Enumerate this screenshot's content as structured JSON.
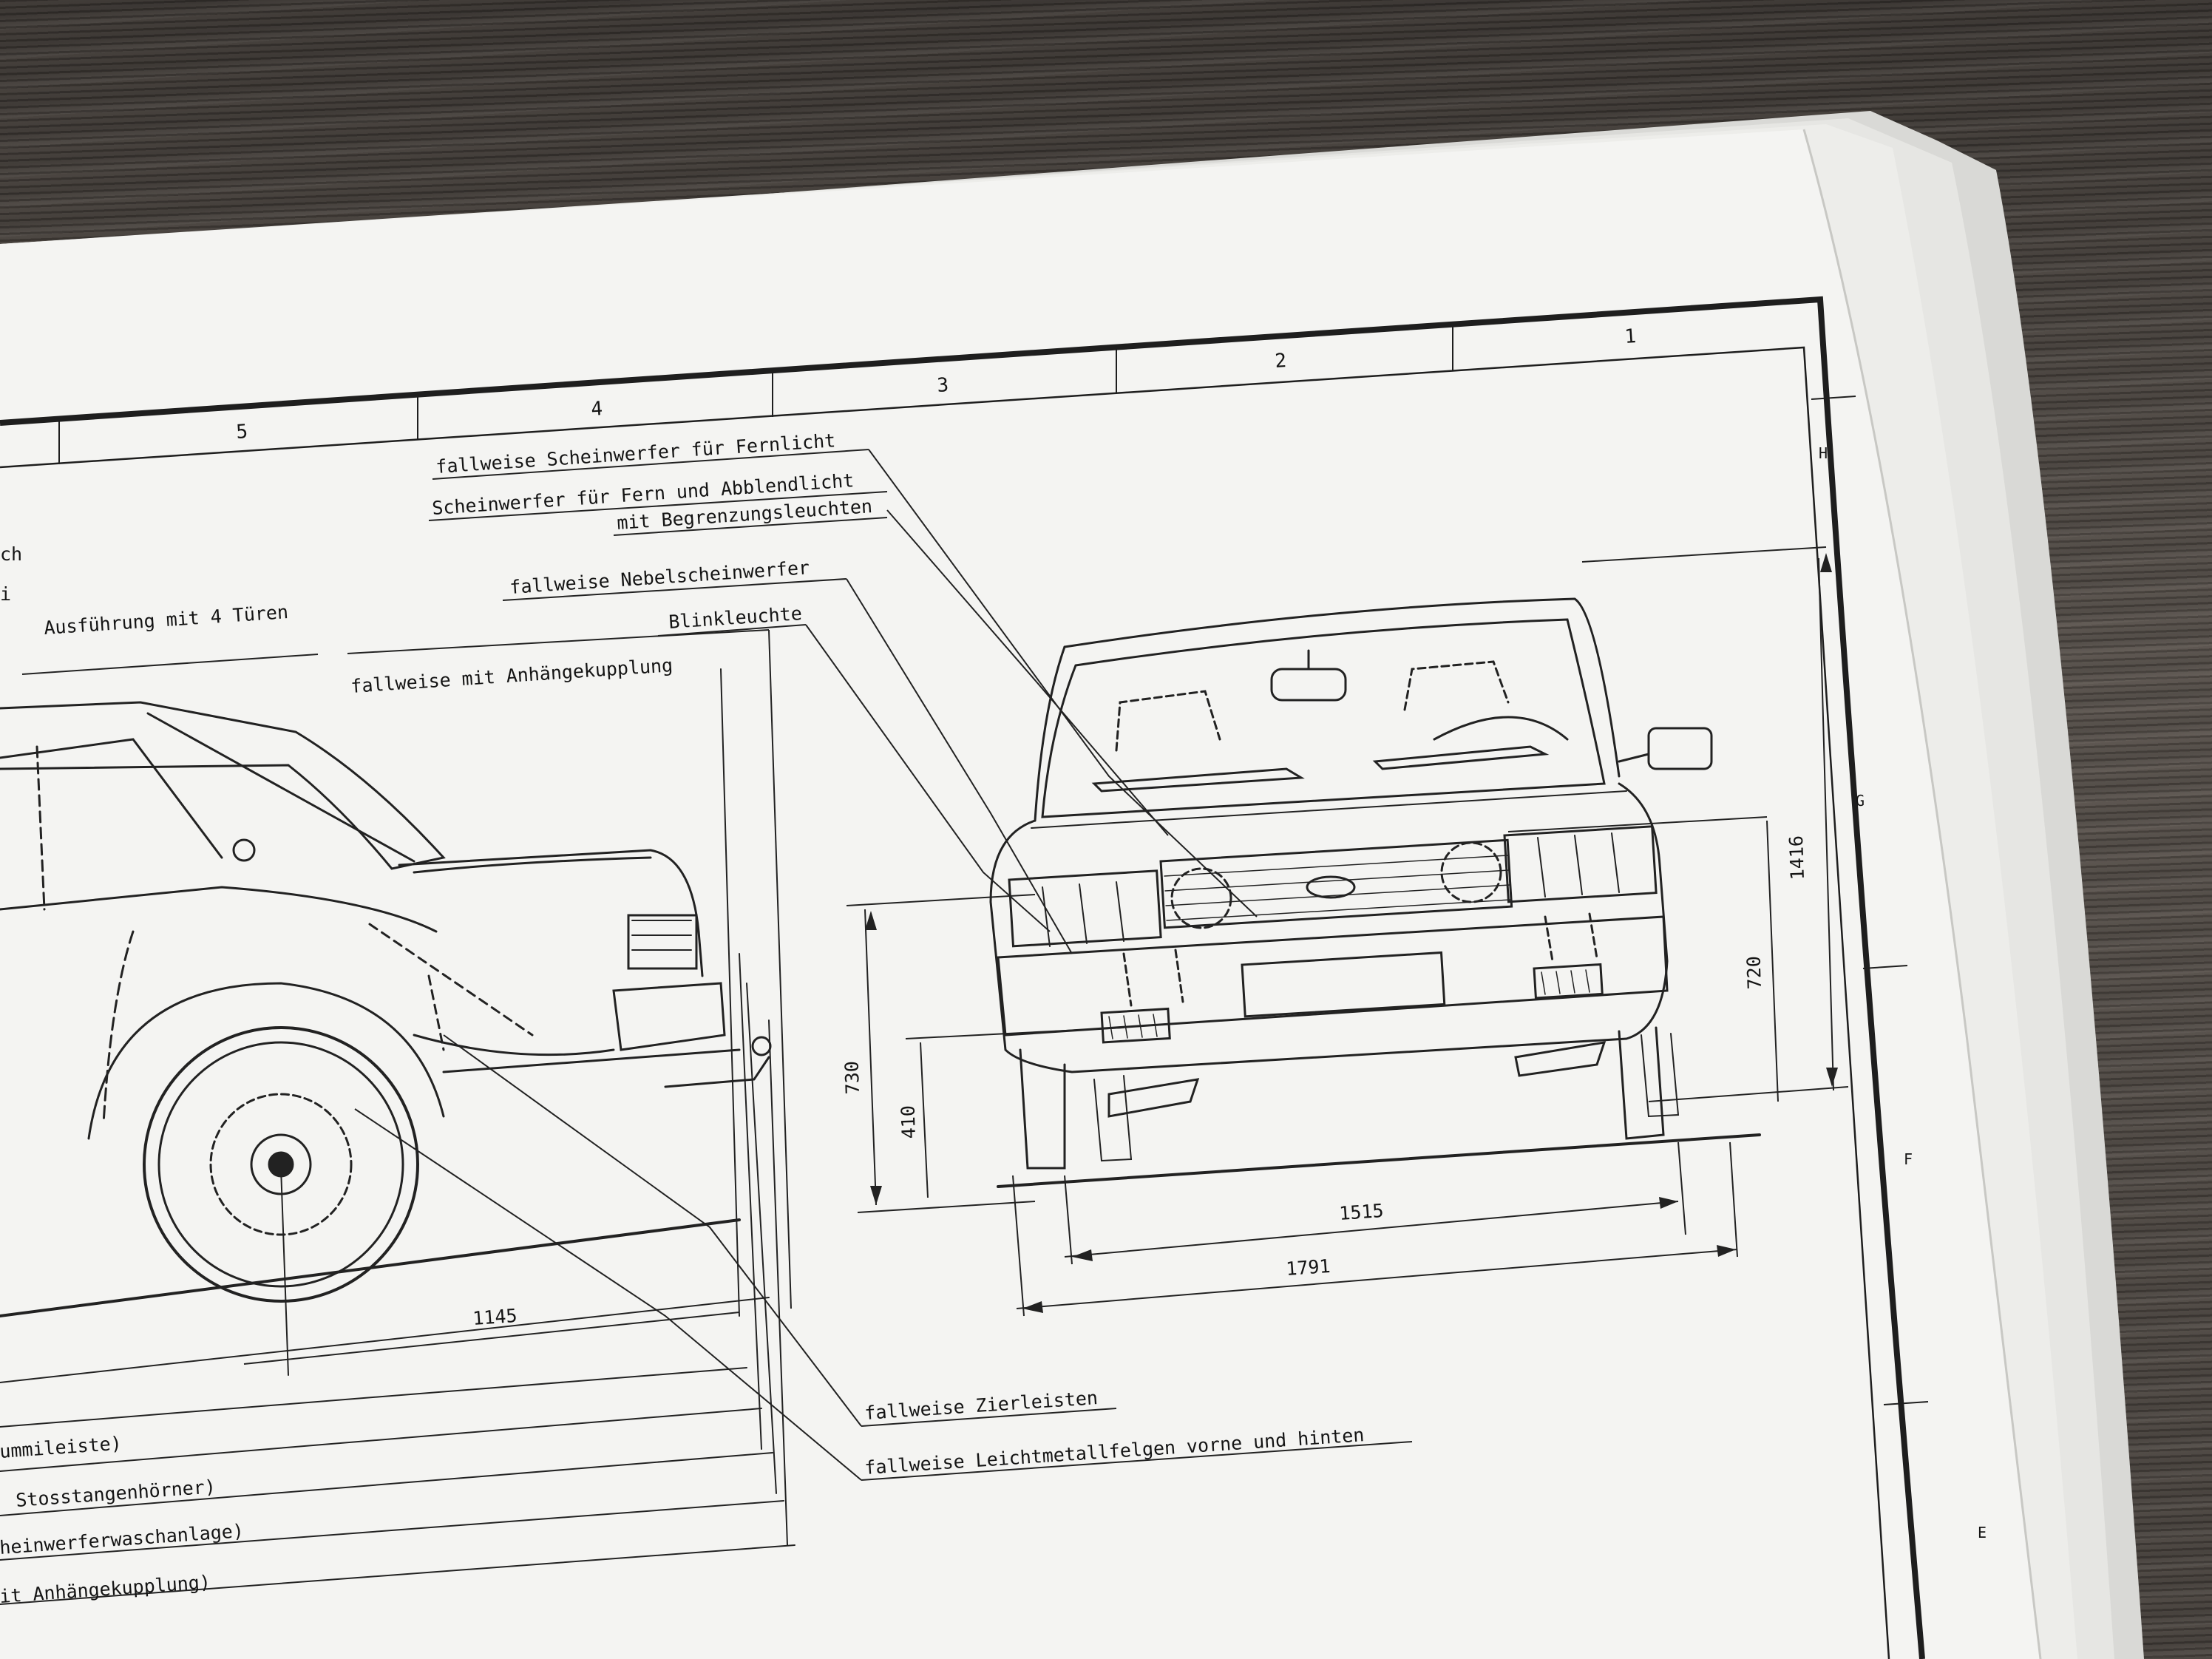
{
  "sheet": {
    "column_numbers": [
      "5",
      "4",
      "3",
      "2",
      "1"
    ],
    "row_letters": [
      "H",
      "G",
      "F",
      "E"
    ]
  },
  "callouts": {
    "fernlicht": "fallweise Scheinwerfer für Fernlicht",
    "fern_abblend": "Scheinwerfer für Fern und Abblendlicht",
    "begrenzung": "mit Begrenzungsleuchten",
    "nebel": "fallweise Nebelscheinwerfer",
    "blink": "Blinkleuchte",
    "vier_tueren": "Ausführung mit 4 Türen",
    "anhaenge": "fallweise mit Anhängekupplung",
    "zierleisten": "fallweise Zierleisten",
    "leichtmetall": "fallweise Leichtmetallfelgen vorne und hinten",
    "cut_top_1": "ch",
    "cut_top_2": "i"
  },
  "dimensions": {
    "height_total": "1416",
    "height_720": "720",
    "height_730": "730",
    "height_410": "410",
    "track": "1515",
    "width": "1791",
    "overhang": "1145"
  },
  "length_notes": [
    "ummileiste)",
    "Stosstangenhörner)",
    "heinwerferwaschanlage)",
    "it Anhängekupplung)"
  ]
}
